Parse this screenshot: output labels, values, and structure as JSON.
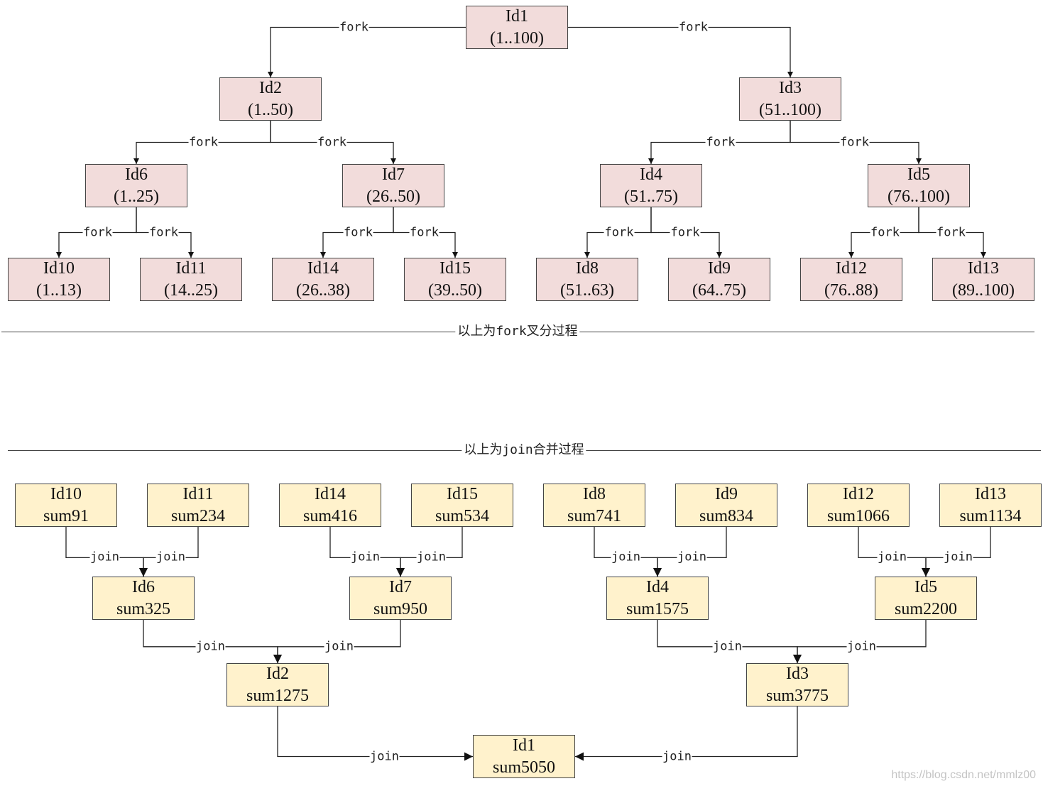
{
  "colors": {
    "fork_fill": "#f2dcdb",
    "join_fill": "#fff2cc",
    "border": "#444444",
    "line": "#222222"
  },
  "labels": {
    "fork": "fork",
    "join": "join"
  },
  "dividers": {
    "fork_caption": "以上为fork叉分过程",
    "join_caption": "以上为join合并过程"
  },
  "watermark": "https://blog.csdn.net/mmlz00",
  "fork_nodes": [
    {
      "id": "Id1",
      "range": "(1..100)"
    },
    {
      "id": "Id2",
      "range": "(1..50)"
    },
    {
      "id": "Id3",
      "range": "(51..100)"
    },
    {
      "id": "Id6",
      "range": "(1..25)"
    },
    {
      "id": "Id7",
      "range": "(26..50)"
    },
    {
      "id": "Id4",
      "range": "(51..75)"
    },
    {
      "id": "Id5",
      "range": "(76..100)"
    },
    {
      "id": "Id10",
      "range": "(1..13)"
    },
    {
      "id": "Id11",
      "range": "(14..25)"
    },
    {
      "id": "Id14",
      "range": "(26..38)"
    },
    {
      "id": "Id15",
      "range": "(39..50)"
    },
    {
      "id": "Id8",
      "range": "(51..63)"
    },
    {
      "id": "Id9",
      "range": "(64..75)"
    },
    {
      "id": "Id12",
      "range": "(76..88)"
    },
    {
      "id": "Id13",
      "range": "(89..100)"
    }
  ],
  "fork_edges": [
    [
      "Id1",
      "Id2"
    ],
    [
      "Id1",
      "Id3"
    ],
    [
      "Id2",
      "Id6"
    ],
    [
      "Id2",
      "Id7"
    ],
    [
      "Id3",
      "Id4"
    ],
    [
      "Id3",
      "Id5"
    ],
    [
      "Id6",
      "Id10"
    ],
    [
      "Id6",
      "Id11"
    ],
    [
      "Id7",
      "Id14"
    ],
    [
      "Id7",
      "Id15"
    ],
    [
      "Id4",
      "Id8"
    ],
    [
      "Id4",
      "Id9"
    ],
    [
      "Id5",
      "Id12"
    ],
    [
      "Id5",
      "Id13"
    ]
  ],
  "join_nodes": [
    {
      "id": "Id10",
      "sum": "sum91"
    },
    {
      "id": "Id11",
      "sum": "sum234"
    },
    {
      "id": "Id14",
      "sum": "sum416"
    },
    {
      "id": "Id15",
      "sum": "sum534"
    },
    {
      "id": "Id8",
      "sum": "sum741"
    },
    {
      "id": "Id9",
      "sum": "sum834"
    },
    {
      "id": "Id12",
      "sum": "sum1066"
    },
    {
      "id": "Id13",
      "sum": "sum1134"
    },
    {
      "id": "Id6",
      "sum": "sum325"
    },
    {
      "id": "Id7",
      "sum": "sum950"
    },
    {
      "id": "Id4",
      "sum": "sum1575"
    },
    {
      "id": "Id5",
      "sum": "sum2200"
    },
    {
      "id": "Id2",
      "sum": "sum1275"
    },
    {
      "id": "Id3",
      "sum": "sum3775"
    },
    {
      "id": "Id1",
      "sum": "sum5050"
    }
  ],
  "join_edges": [
    [
      "Id10",
      "Id6"
    ],
    [
      "Id11",
      "Id6"
    ],
    [
      "Id14",
      "Id7"
    ],
    [
      "Id15",
      "Id7"
    ],
    [
      "Id8",
      "Id4"
    ],
    [
      "Id9",
      "Id4"
    ],
    [
      "Id12",
      "Id5"
    ],
    [
      "Id13",
      "Id5"
    ],
    [
      "Id6",
      "Id2"
    ],
    [
      "Id7",
      "Id2"
    ],
    [
      "Id4",
      "Id3"
    ],
    [
      "Id5",
      "Id3"
    ],
    [
      "Id2",
      "Id1"
    ],
    [
      "Id3",
      "Id1"
    ]
  ]
}
